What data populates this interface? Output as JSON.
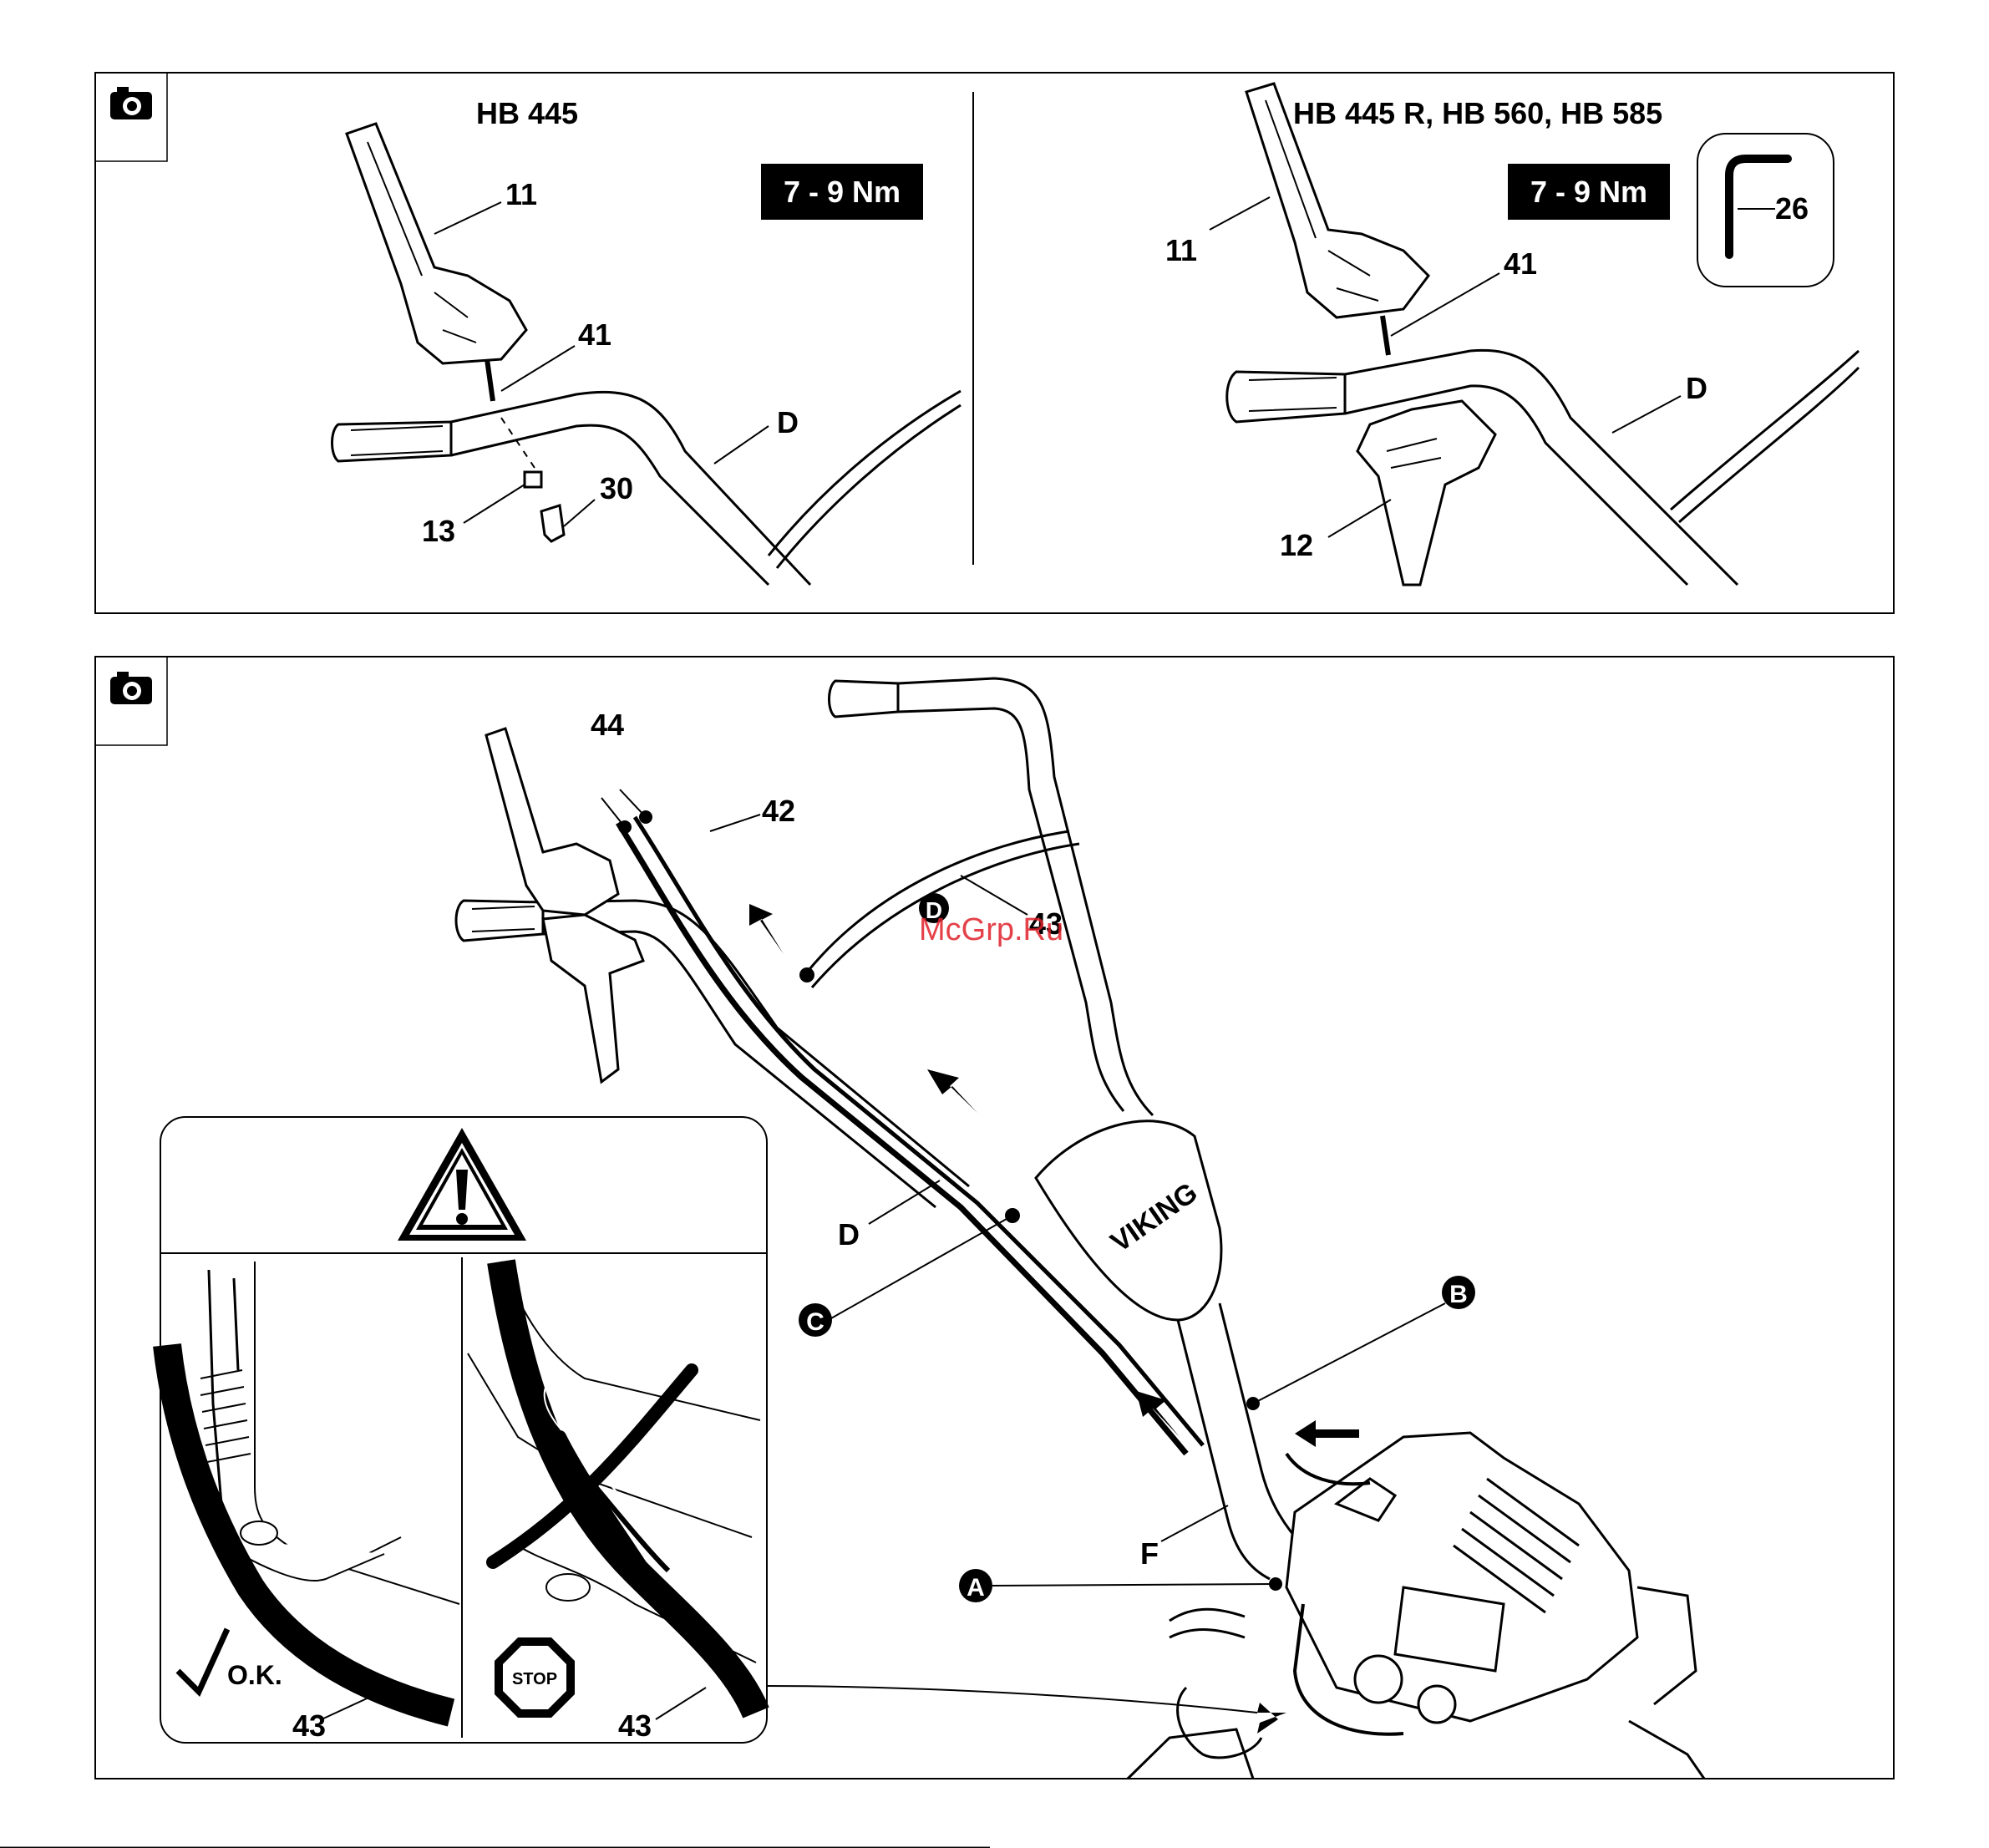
{
  "panel_top": {
    "left": {
      "title": "HB 445",
      "torque": "7 - 9 Nm",
      "callouts": {
        "grip_lever": "11",
        "screw": "41",
        "handlebar": "D",
        "nut": "13",
        "cap": "30"
      }
    },
    "right": {
      "title": "HB 445 R, HB 560, HB 585",
      "torque": "7 - 9 Nm",
      "tool_callout": "26",
      "callouts": {
        "grip_lever": "11",
        "screw": "41",
        "handlebar": "D",
        "lower_lever": "12"
      }
    }
  },
  "panel_bottom": {
    "callouts": {
      "cable_ends": "44",
      "cables": "42",
      "cable_guide": "43",
      "handlebar": "D",
      "handlebar_circle": "D",
      "point_c": "C",
      "point_b": "B",
      "point_a": "A",
      "lower_tube": "F"
    },
    "brand": "VIKING",
    "inset": {
      "ok_label": "O.K.",
      "ok_callout": "43",
      "stop_label": "STOP",
      "stop_callout": "43"
    }
  },
  "watermark": "McGrp.Ru"
}
